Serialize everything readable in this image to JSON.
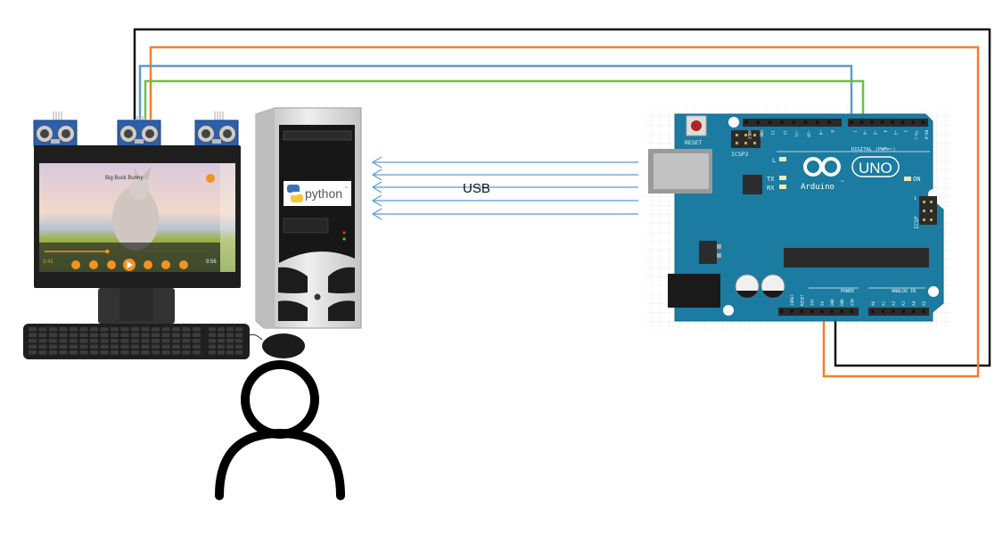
{
  "diagram": {
    "connection_label": "USB",
    "colors": {
      "wire_black": "#111111",
      "wire_orange": "#f07f2e",
      "wire_blue": "#5b9bd5",
      "wire_green": "#70c040",
      "usb_arrow": "#5b9bd5",
      "arduino_board": "#1b7ba0",
      "sensor": "#2b5fb0",
      "player_accent": "#f5921e"
    }
  },
  "monitor": {
    "video_title": "Big Buck Bunny",
    "time_elapsed": "3:41",
    "time_total": "9:56",
    "progress_fraction": 0.37
  },
  "tower": {
    "logo_text": "python",
    "logo_tm": "™"
  },
  "arduino": {
    "reset_label": "RESET",
    "icsp2_label": "ICSP2",
    "icsp_label": "ICSP",
    "brand": "Arduino",
    "brand_tm": "™",
    "model": "UNO",
    "led_l": "L",
    "led_tx": "TX",
    "led_rx": "RX",
    "led_on": "ON",
    "digital_header_label": "DIGITAL (PWM=~)",
    "digital_pins": [
      "AREF",
      "GND",
      "13",
      "12",
      "~11",
      "~10",
      "~9",
      "8",
      "7",
      "~6",
      "~5",
      "4",
      "~3",
      "2",
      "TX▸1",
      "RX◂0"
    ],
    "power_header_label": "POWER",
    "power_pins": [
      "IOREF",
      "RESET",
      "3V3",
      "5V",
      "GND",
      "GND",
      "VIN"
    ],
    "analog_header_label": "ANALOG IN",
    "analog_pins": [
      "A0",
      "A1",
      "A2",
      "A3",
      "A4",
      "A5"
    ],
    "icsp_pin_number": "1"
  }
}
